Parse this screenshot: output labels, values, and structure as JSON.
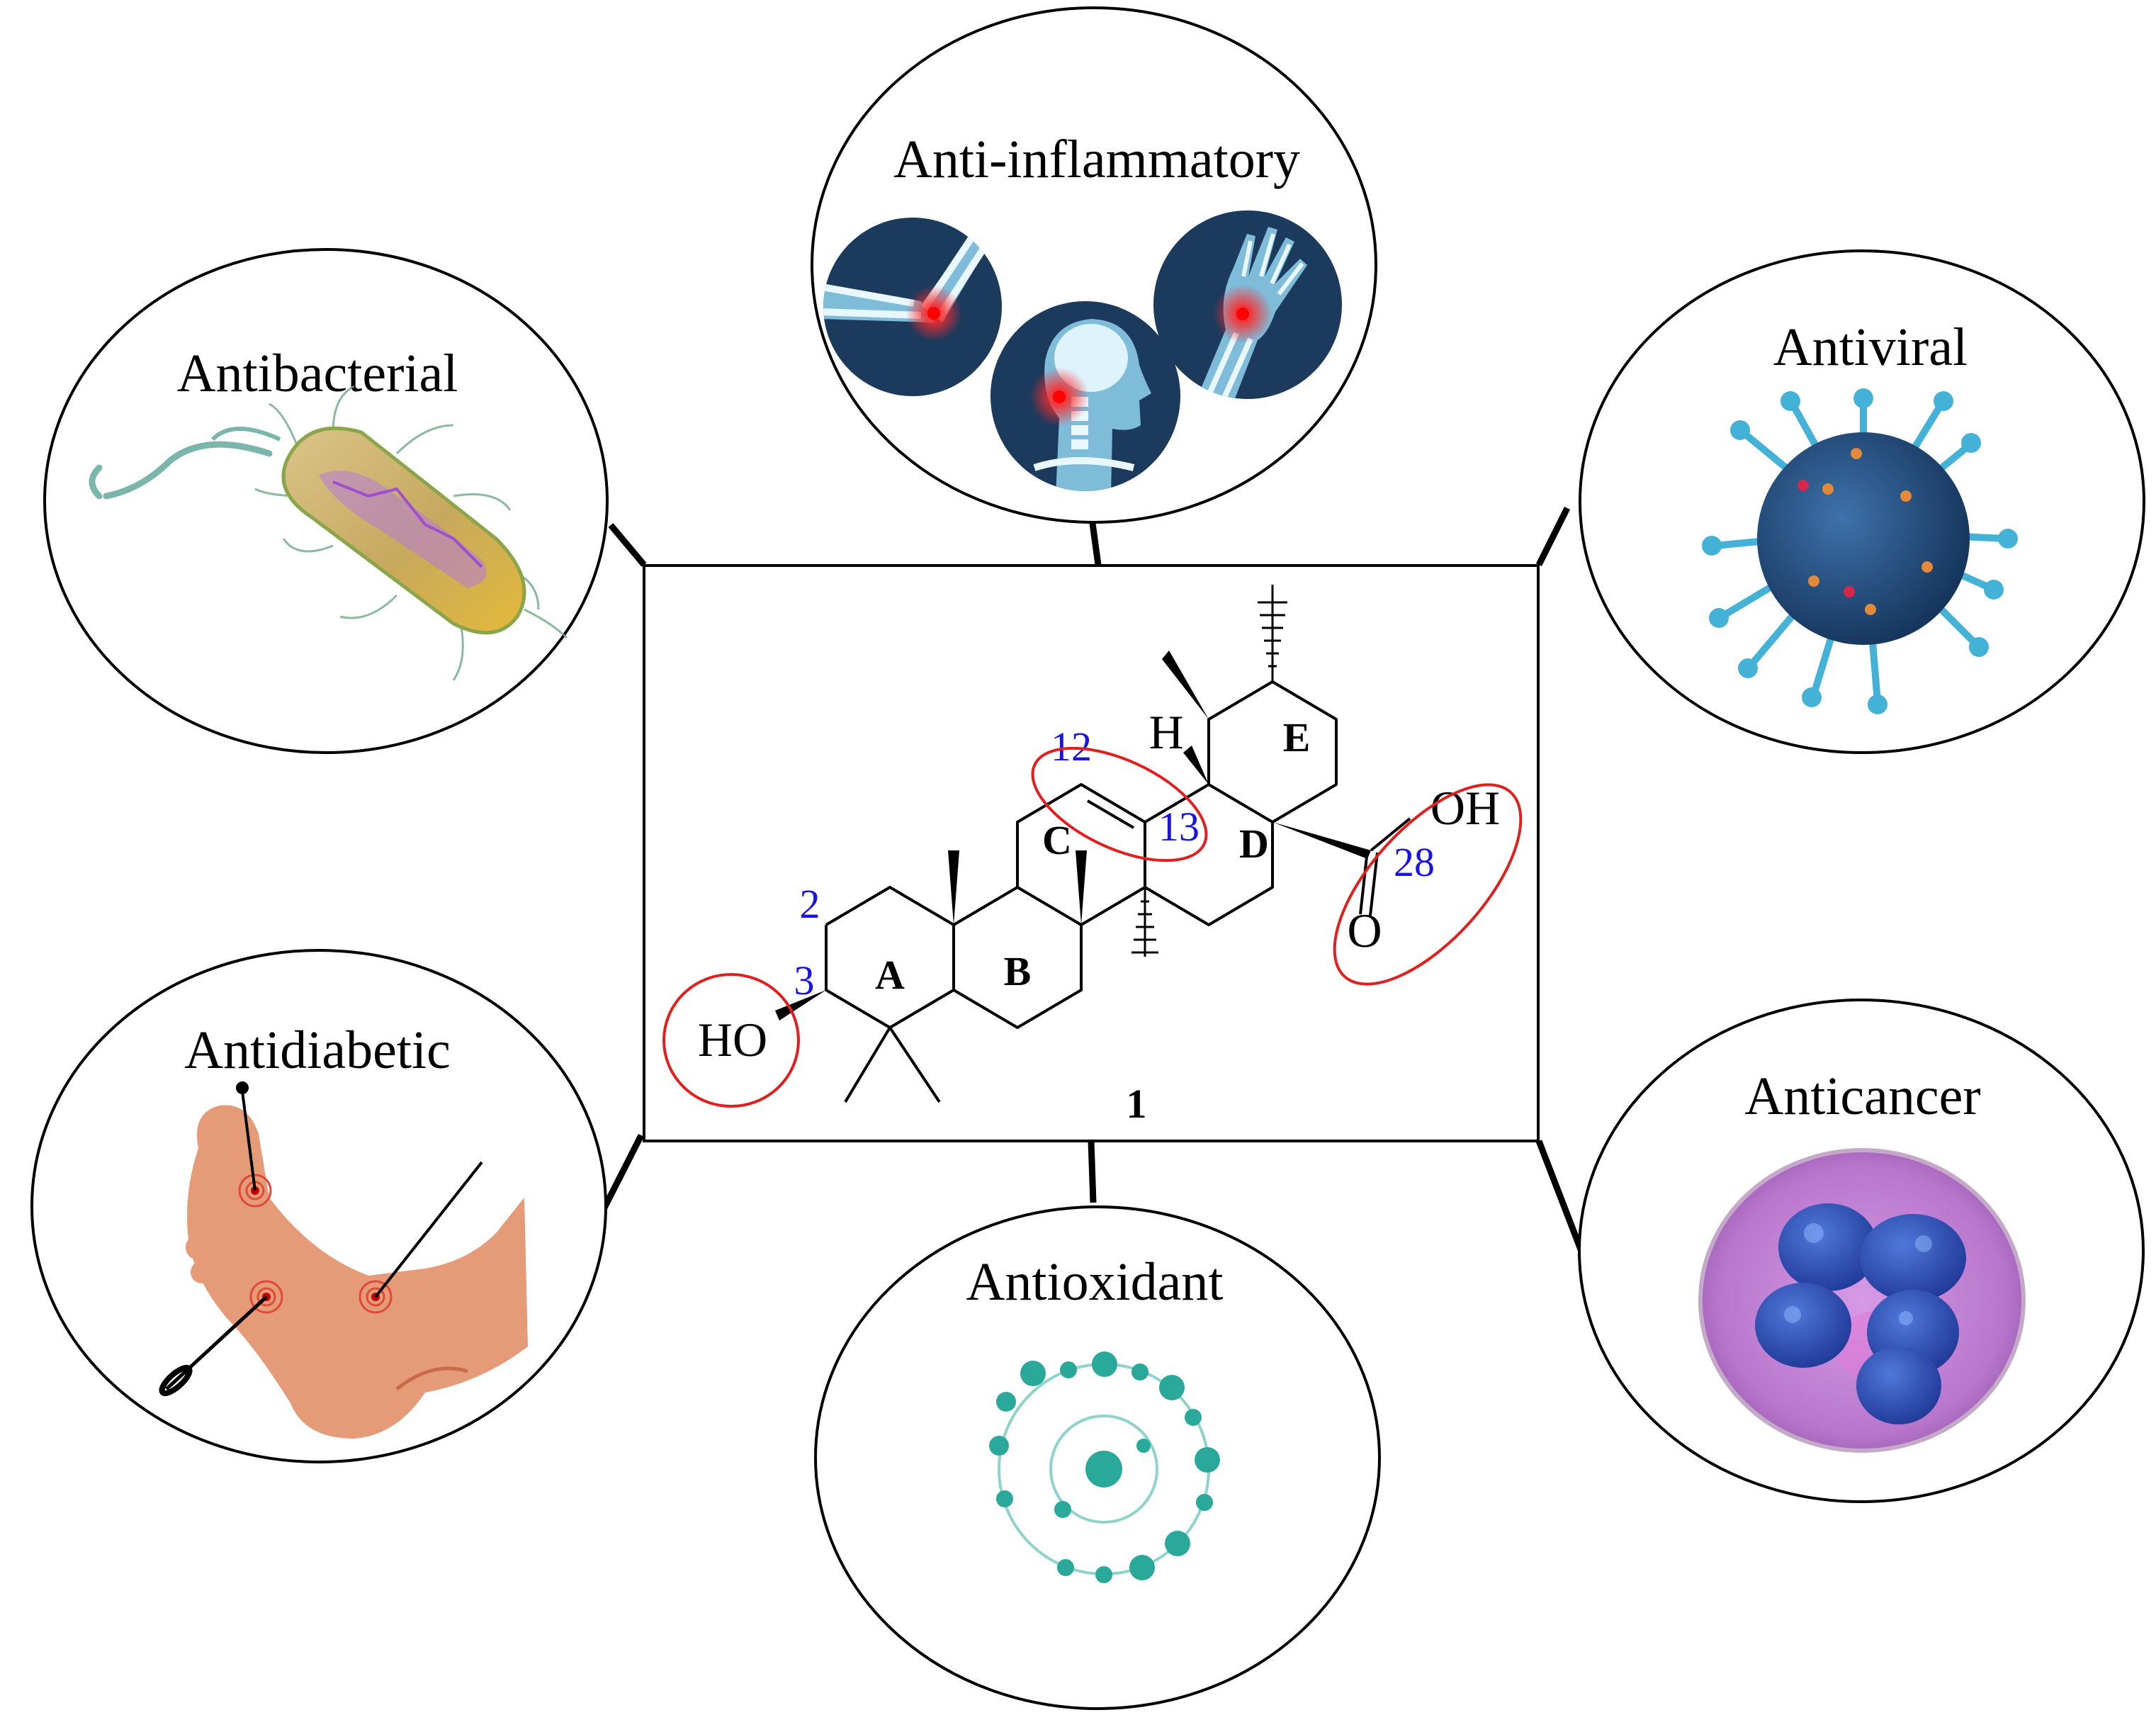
{
  "activities": {
    "anti_inflammatory": "Anti-inflammatory",
    "antibacterial": "Antibacterial",
    "antiviral": "Antiviral",
    "antidiabetic": "Antidiabetic",
    "antioxidant": "Antioxidant",
    "anticancer": "Anticancer"
  },
  "structure": {
    "compound_number": "1",
    "ring_labels": {
      "a": "A",
      "b": "B",
      "c": "C",
      "d": "D",
      "e": "E"
    },
    "atom_labels": {
      "hydroxyl": "HO",
      "hydrogen": "H",
      "acid_oh": "OH",
      "carbonyl_o": "O"
    },
    "carbon_numbers": {
      "c2": "2",
      "c3": "3",
      "c12": "12",
      "c13": "13",
      "c28": "28"
    }
  },
  "colors": {
    "highlight": "#e0201e",
    "carbon_number": "#1a14e0",
    "skin": "#e59a78",
    "virus": "#1f4d80",
    "virus_spike": "#44b2d6",
    "xray_bg": "#1b3a5c",
    "oxidant": "#2aa89a",
    "cell": "#c685d9",
    "nucleus": "#2b4fb8"
  }
}
